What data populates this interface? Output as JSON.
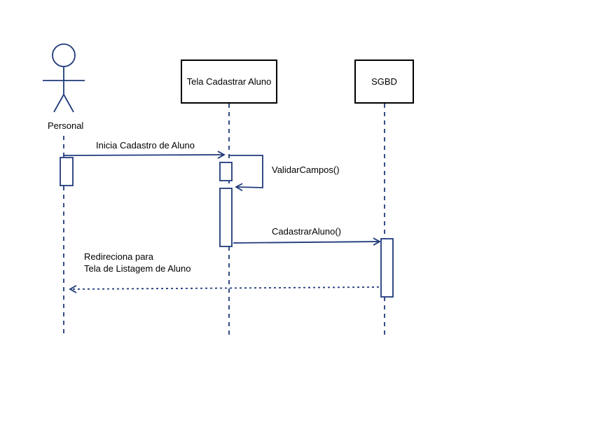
{
  "colors": {
    "line": "#1f3a7a",
    "box_border": "#000000",
    "text": "#000000",
    "background": "#ffffff"
  },
  "actor": {
    "name": "Personal",
    "icon": "stick-figure-actor-icon"
  },
  "participants": [
    {
      "name": "Tela Cadastrar Aluno"
    },
    {
      "name": "SGBD"
    }
  ],
  "messages": [
    {
      "label": "Inicia Cadastro de Aluno",
      "from": "Personal",
      "to": "Tela Cadastrar Aluno",
      "style": "solid"
    },
    {
      "label": "ValidarCampos()",
      "from": "Tela Cadastrar Aluno",
      "to": "Tela Cadastrar Aluno",
      "style": "solid",
      "self": true
    },
    {
      "label": "CadastrarAluno()",
      "from": "Tela Cadastrar Aluno",
      "to": "SGBD",
      "style": "solid"
    },
    {
      "label_line1": "Redireciona para",
      "label_line2": "Tela de Listagem de Aluno",
      "from": "SGBD",
      "to": "Personal",
      "style": "dashed"
    }
  ]
}
